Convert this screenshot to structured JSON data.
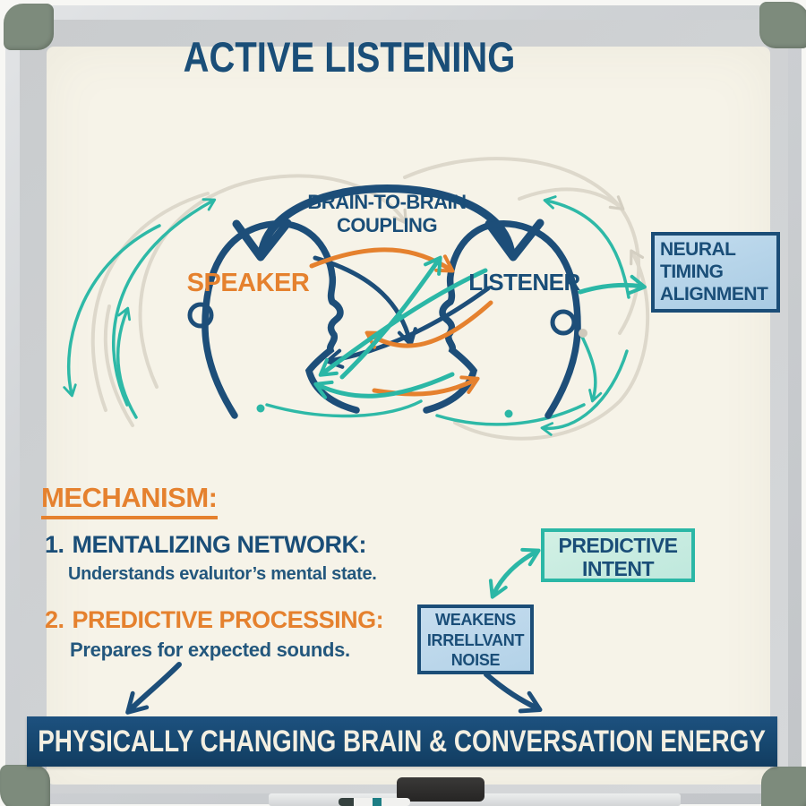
{
  "header": {
    "title": "ACTIVE LISTENING"
  },
  "diagram": {
    "coupling_label": "BRAIN-TO-BRAIN COUPLING",
    "speaker_label": "SPEAKER",
    "listener_label": "LISTENER",
    "neural_box_label": "NEURAL TIMING ALIGNMENT"
  },
  "mechanism": {
    "heading": "MECHANISM:",
    "items": [
      {
        "num": "1.",
        "title": "MENTALIZING NETWORK:",
        "desc": "Understands evaluıtor’s mental state."
      },
      {
        "num": "2.",
        "title": "PREDICTIVE PROCESSING:",
        "desc": "Prepares for expected sounds."
      }
    ]
  },
  "callouts": {
    "predictive_intent": "PREDICTIVE INTENT",
    "weakens_noise": "WEAKENS IRRELLVANT NOISE"
  },
  "banner": {
    "text": "PHYSICALLY CHANGING BRAIN & CONVERSATION ENERGY"
  },
  "colors": {
    "navy": "#1a4e78",
    "orange": "#e5812e",
    "teal": "#2bb7a6",
    "board_cream": "#f6f3e8",
    "banner_bg": "#16476f",
    "neural_box_bg": "#b5d2e7",
    "intent_box_bg": "#c9ecdf",
    "weakens_box_bg": "#bcd7ea",
    "frame_gray": "#cdd0d3",
    "corner_cap_green": "#7d8b7c"
  }
}
